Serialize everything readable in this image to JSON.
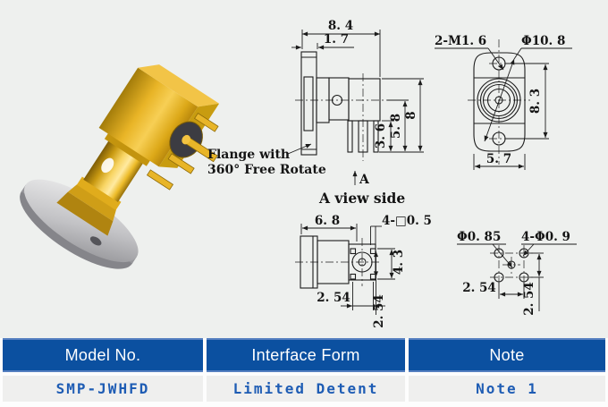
{
  "colors": {
    "background": "#eef0ee",
    "line": "#1c1c1c",
    "table_header_bg": "#0b50a0",
    "table_header_text": "#ffffff",
    "table_value_bg": "#efefee",
    "table_value_text": "#1e5cb4",
    "gold_body": "#e8b528",
    "silver_flange": "#c2c2c5"
  },
  "views": {
    "side": {
      "dim_overall_width": "8. 4",
      "dim_flange_thickness": "1. 7",
      "dim_pin_to_body": "3. 6",
      "dim_pin_to_axis": "5. 8",
      "dim_total_height": "8",
      "note_line1": "Flange with",
      "note_line2": "360° Free Rotate",
      "section_label": "A",
      "caption": "A view side"
    },
    "front": {
      "label_mounting_holes": "2-M1. 6",
      "label_flange_diameter": "Φ10. 8",
      "dim_hole_spacing": "8. 3",
      "dim_flange_width": "5. 7"
    },
    "bottom": {
      "dim_body_length": "6. 8",
      "label_square_pins": "4-□0. 5",
      "dim_pin_row_span": "4. 3",
      "dim_pitch_horizontal": "2. 54",
      "dim_pitch_vertical": "2. 54"
    },
    "footprint": {
      "label_center_hole": "Φ0. 85",
      "label_corner_holes": "4-Φ0. 9",
      "dim_pitch_horizontal": "2. 54",
      "dim_pitch_vertical": "2. 54"
    }
  },
  "table": {
    "columns": [
      {
        "header": "Model No.",
        "value": "SMP-JWHFD"
      },
      {
        "header": "Interface Form",
        "value": "Limited Detent"
      },
      {
        "header": "Note",
        "value": "Note 1"
      }
    ]
  }
}
